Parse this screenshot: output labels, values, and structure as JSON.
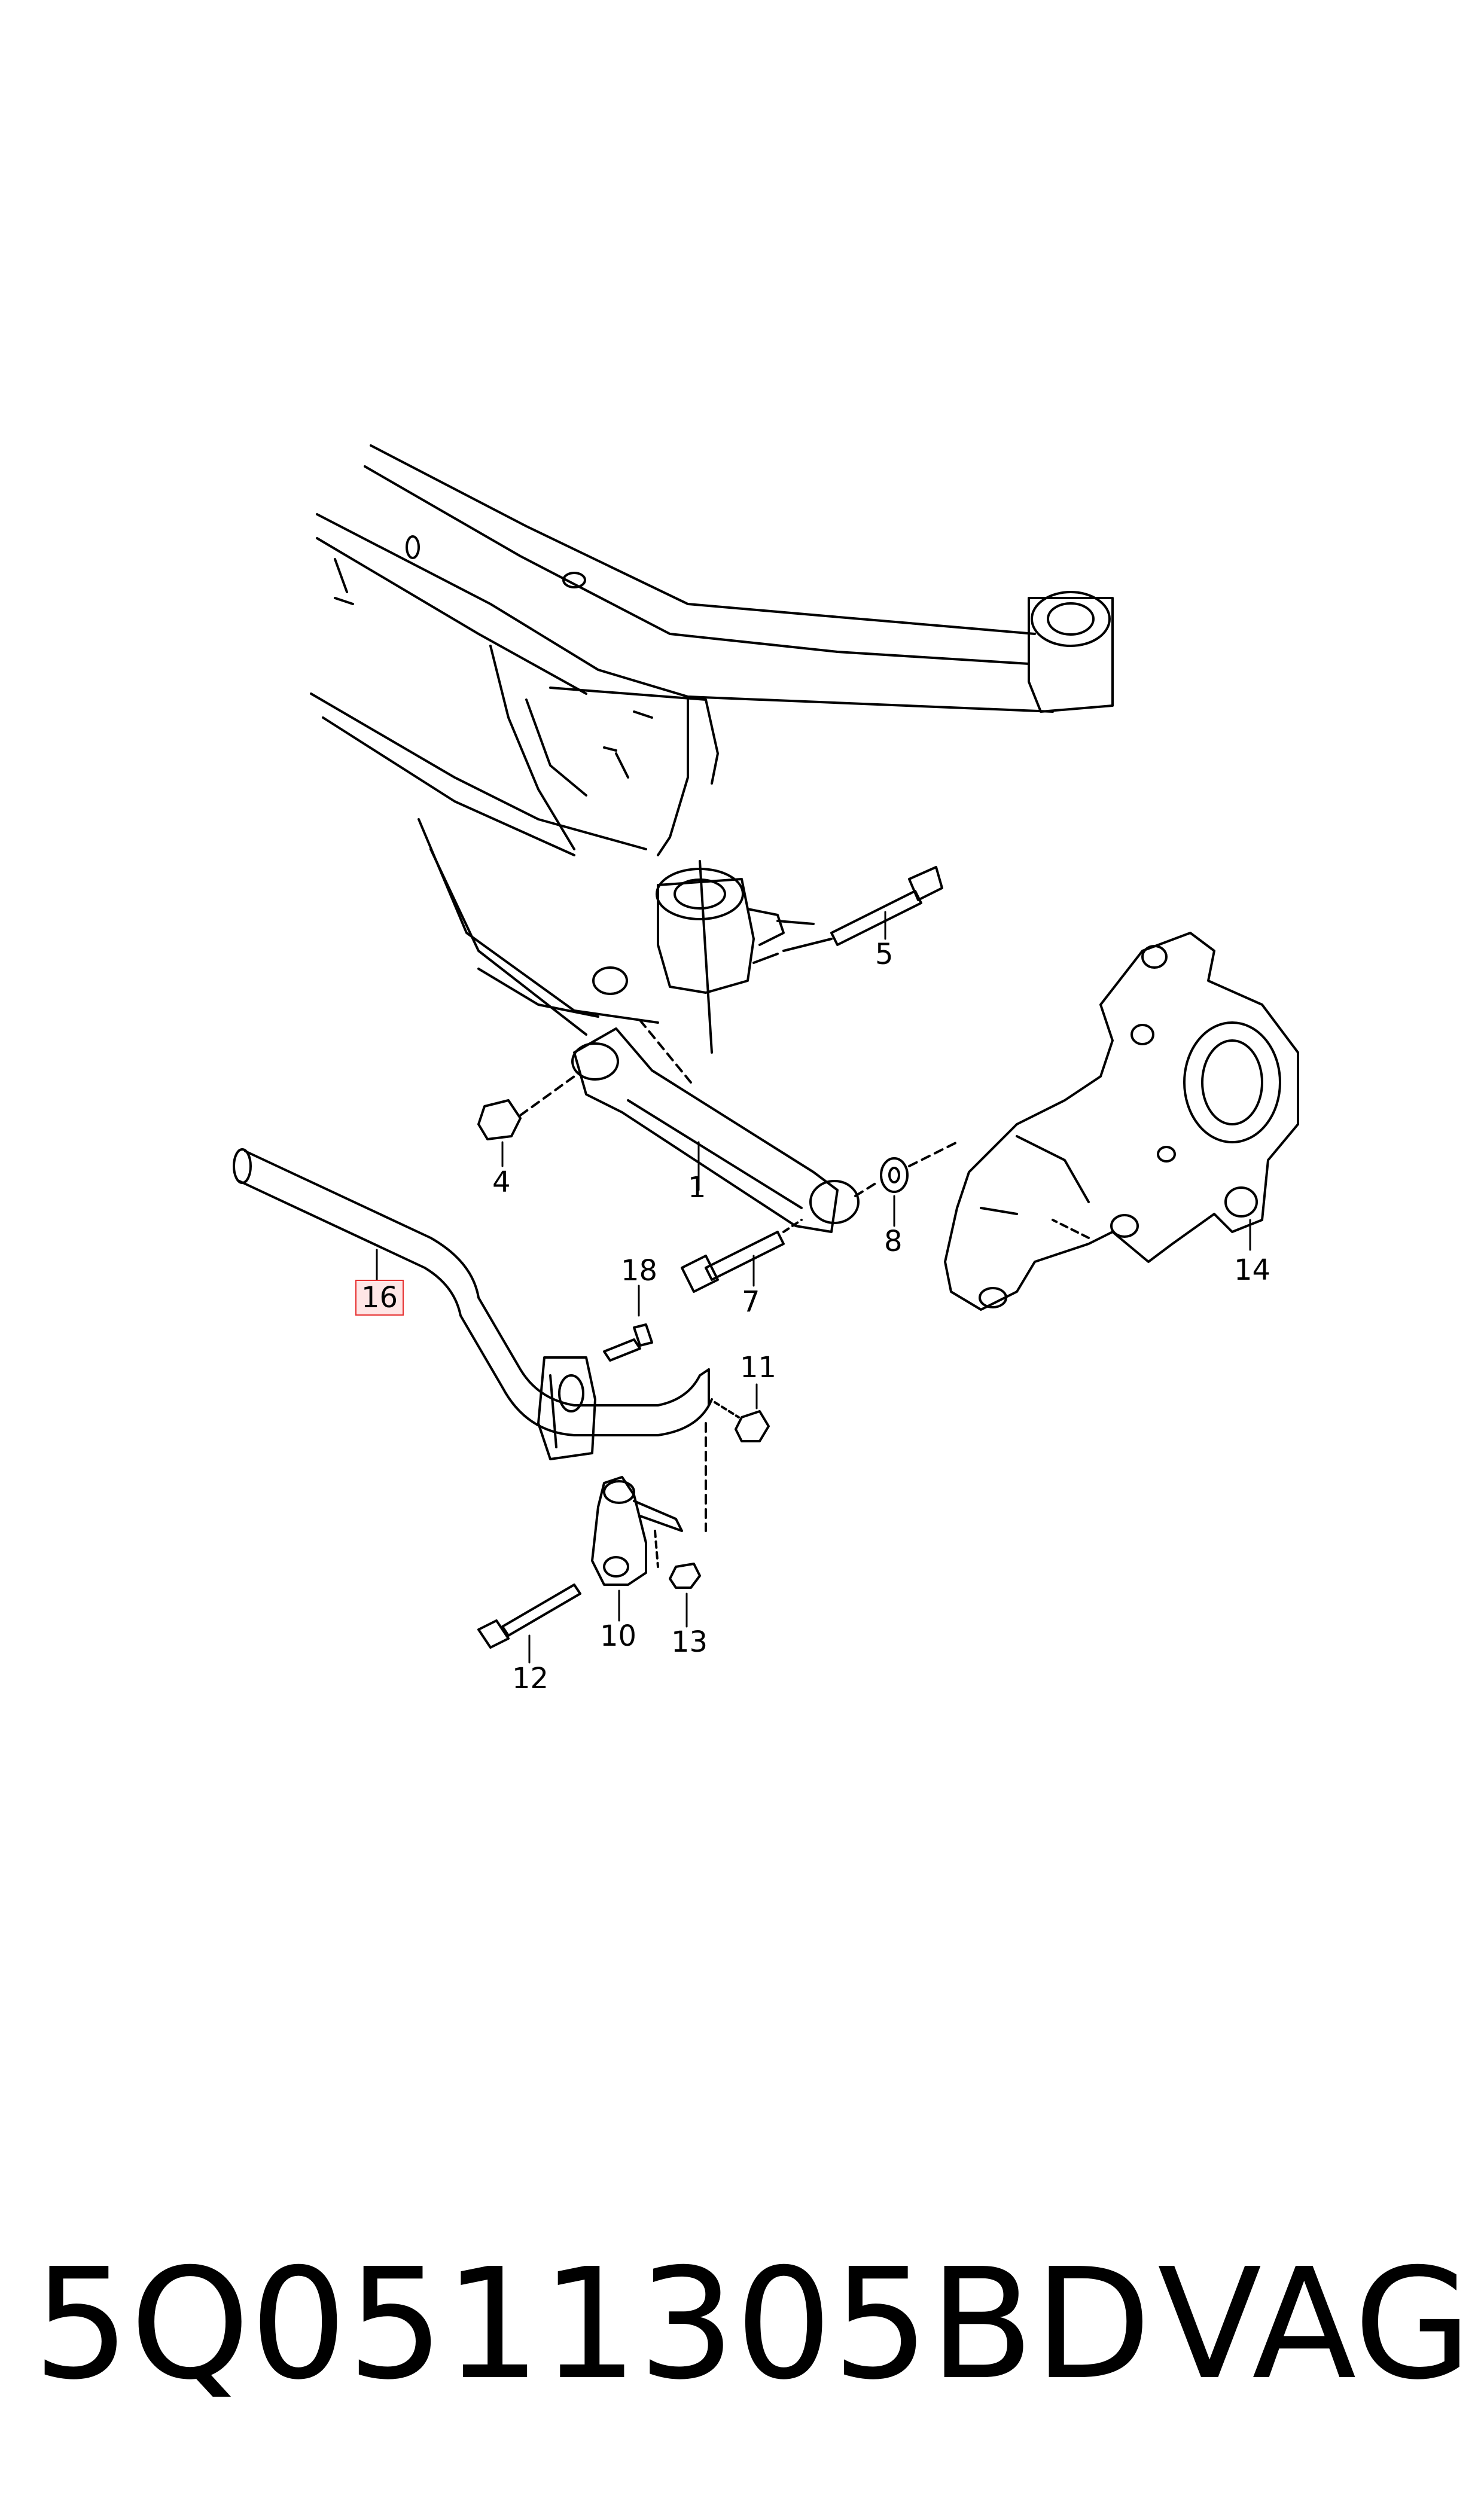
{
  "callouts": {
    "c1": "1",
    "c4": "4",
    "c5": "5",
    "c7": "7",
    "c8": "8",
    "c10": "10",
    "c11": "11",
    "c12": "12",
    "c13": "13",
    "c14": "14",
    "c16": "16",
    "c18": "18"
  },
  "highlighted_callout": "16",
  "footer": {
    "part_number": "5Q0511305BD",
    "brand": "VAG"
  },
  "colors": {
    "line": "#000000",
    "highlight_border": "#e63030",
    "highlight_fill": "#ffe6e6"
  }
}
